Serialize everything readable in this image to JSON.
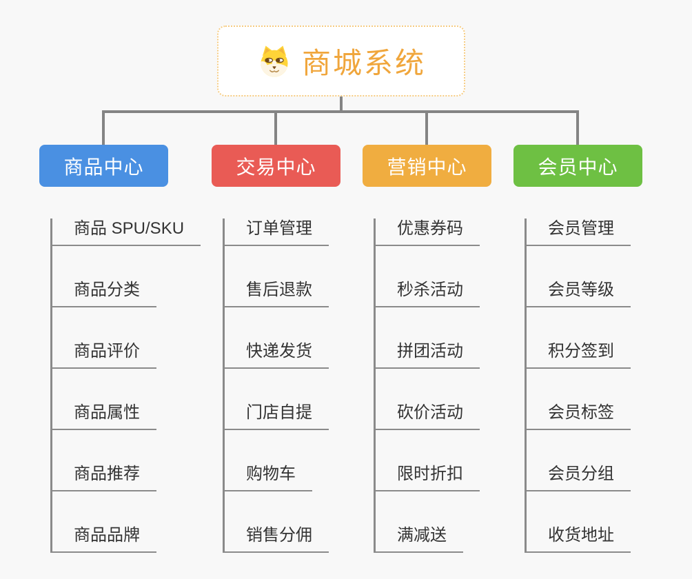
{
  "root": {
    "title": "商城系统",
    "icon": "dog-face-icon",
    "accent_color": "#F0A63C",
    "border_color": "#F6CB80"
  },
  "style": {
    "background": "#F8F8F8",
    "connector_color": "#848484",
    "underline_color": "#8A8A8A",
    "text_color": "#333333"
  },
  "branches": [
    {
      "label": "商品中心",
      "color": "#4A90E2",
      "children": [
        "商品 SPU/SKU",
        "商品分类",
        "商品评价",
        "商品属性",
        "商品推荐",
        "商品品牌"
      ]
    },
    {
      "label": "交易中心",
      "color": "#E95B55",
      "children": [
        "订单管理",
        "售后退款",
        "快递发货",
        "门店自提",
        "购物车",
        "销售分佣"
      ]
    },
    {
      "label": "营销中心",
      "color": "#F0AD40",
      "children": [
        "优惠券码",
        "秒杀活动",
        "拼团活动",
        "砍价活动",
        "限时折扣",
        "满减送"
      ]
    },
    {
      "label": "会员中心",
      "color": "#6EC043",
      "children": [
        "会员管理",
        "会员等级",
        "积分签到",
        "会员标签",
        "会员分组",
        "收货地址"
      ]
    }
  ]
}
